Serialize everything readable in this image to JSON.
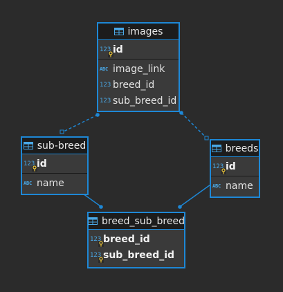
{
  "diagram": {
    "entities": {
      "images": {
        "title": "images",
        "key_columns": [
          {
            "name": "id",
            "type_icon": "123"
          }
        ],
        "columns": [
          {
            "name": "image_link",
            "type_icon": "ABC"
          },
          {
            "name": "breed_id",
            "type_icon": "123"
          },
          {
            "name": "sub_breed_id",
            "type_icon": "123"
          }
        ]
      },
      "sub_breed": {
        "title": "sub-breed",
        "key_columns": [
          {
            "name": "id",
            "type_icon": "123"
          }
        ],
        "columns": [
          {
            "name": "name",
            "type_icon": "ABC"
          }
        ]
      },
      "breeds": {
        "title": "breeds",
        "key_columns": [
          {
            "name": "id",
            "type_icon": "123"
          }
        ],
        "columns": [
          {
            "name": "name",
            "type_icon": "ABC"
          }
        ]
      },
      "breed_sub_breed": {
        "title": "breed_sub_breed",
        "key_columns": [
          {
            "name": "breed_id",
            "type_icon": "123"
          },
          {
            "name": "sub_breed_id",
            "type_icon": "123"
          }
        ],
        "columns": []
      }
    },
    "colors": {
      "background": "#2b2b2b",
      "entity_border": "#1e88d6",
      "header_background": "#1c1c1c",
      "row_background": "#3a3a3a",
      "text": "#e2e2e2",
      "type_icon": "#4aa8e6",
      "connector": "#1e88d6",
      "key_badge": "#e8c33a"
    },
    "icons": {
      "table": "table-icon",
      "key": "key-icon"
    }
  }
}
